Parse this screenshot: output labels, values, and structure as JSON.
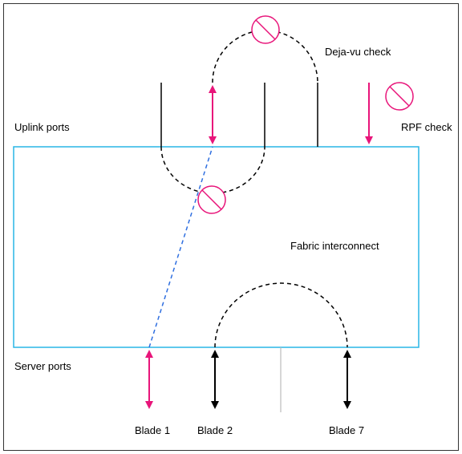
{
  "labels": {
    "uplink_ports": "Uplink ports",
    "server_ports": "Server ports",
    "deja_vu_check": "Deja-vu check",
    "rpf_check": "RPF check",
    "fabric_interconnect": "Fabric interconnect",
    "blade_1": "Blade 1",
    "blade_2": "Blade 2",
    "blade_7": "Blade 7"
  },
  "icons": {
    "blocked": "no-entry-icon"
  },
  "colors": {
    "frame": "#333333",
    "fabric_box": "#29b6e6",
    "highlight": "#e8157a",
    "dashed_diagonal": "#2f6fe0",
    "line": "#000000",
    "divider": "#bbbbbb"
  }
}
